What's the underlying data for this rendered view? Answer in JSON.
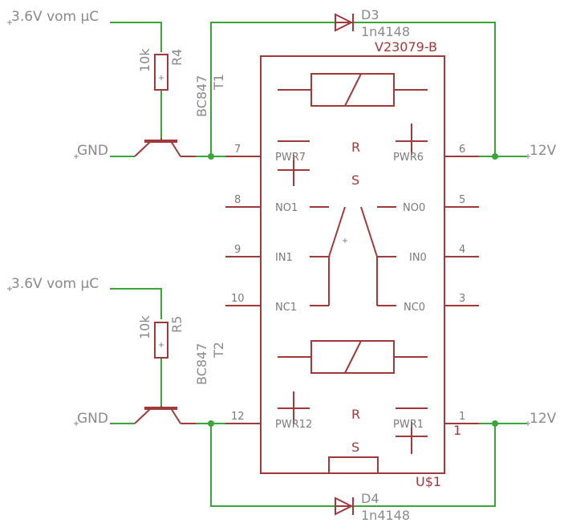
{
  "colors": {
    "wire": "#3aa63a",
    "symbol": "#a03a3a",
    "junction": "#3aa63a",
    "label": "#8a8a8a"
  },
  "nets": {
    "vcc_top": "3.6V vom µC",
    "vcc_bottom": "3.6V vom µC",
    "gnd_top": "GND",
    "gnd_bottom": "GND",
    "v12_top": "12V",
    "v12_bottom": "12V"
  },
  "components": {
    "relay": {
      "name": "U$1",
      "value": "V23079-B",
      "pin1_marker": "1"
    },
    "d3": {
      "name": "D3",
      "value": "1n4148"
    },
    "d4": {
      "name": "D4",
      "value": "1n4148"
    },
    "r4": {
      "name": "R4",
      "value": "10k"
    },
    "r5": {
      "name": "R5",
      "value": "10k"
    },
    "t1": {
      "name": "T1",
      "value": "BC847"
    },
    "t2": {
      "name": "T2",
      "value": "BC847"
    }
  },
  "relay_pins": {
    "left": [
      {
        "num": "7",
        "label": "PWR7"
      },
      {
        "num": "8",
        "label": "NO1"
      },
      {
        "num": "9",
        "label": "IN1"
      },
      {
        "num": "10",
        "label": "NC1"
      },
      {
        "num": "12",
        "label": "PWR12"
      }
    ],
    "right": [
      {
        "num": "6",
        "label": "PWR6"
      },
      {
        "num": "5",
        "label": "NO0"
      },
      {
        "num": "4",
        "label": "IN0"
      },
      {
        "num": "3",
        "label": "NC0"
      },
      {
        "num": "1",
        "label": "PWR1"
      }
    ]
  },
  "coil_labels": {
    "top_r": "R",
    "top_s": "S",
    "bottom_r": "R",
    "bottom_s": "S"
  }
}
